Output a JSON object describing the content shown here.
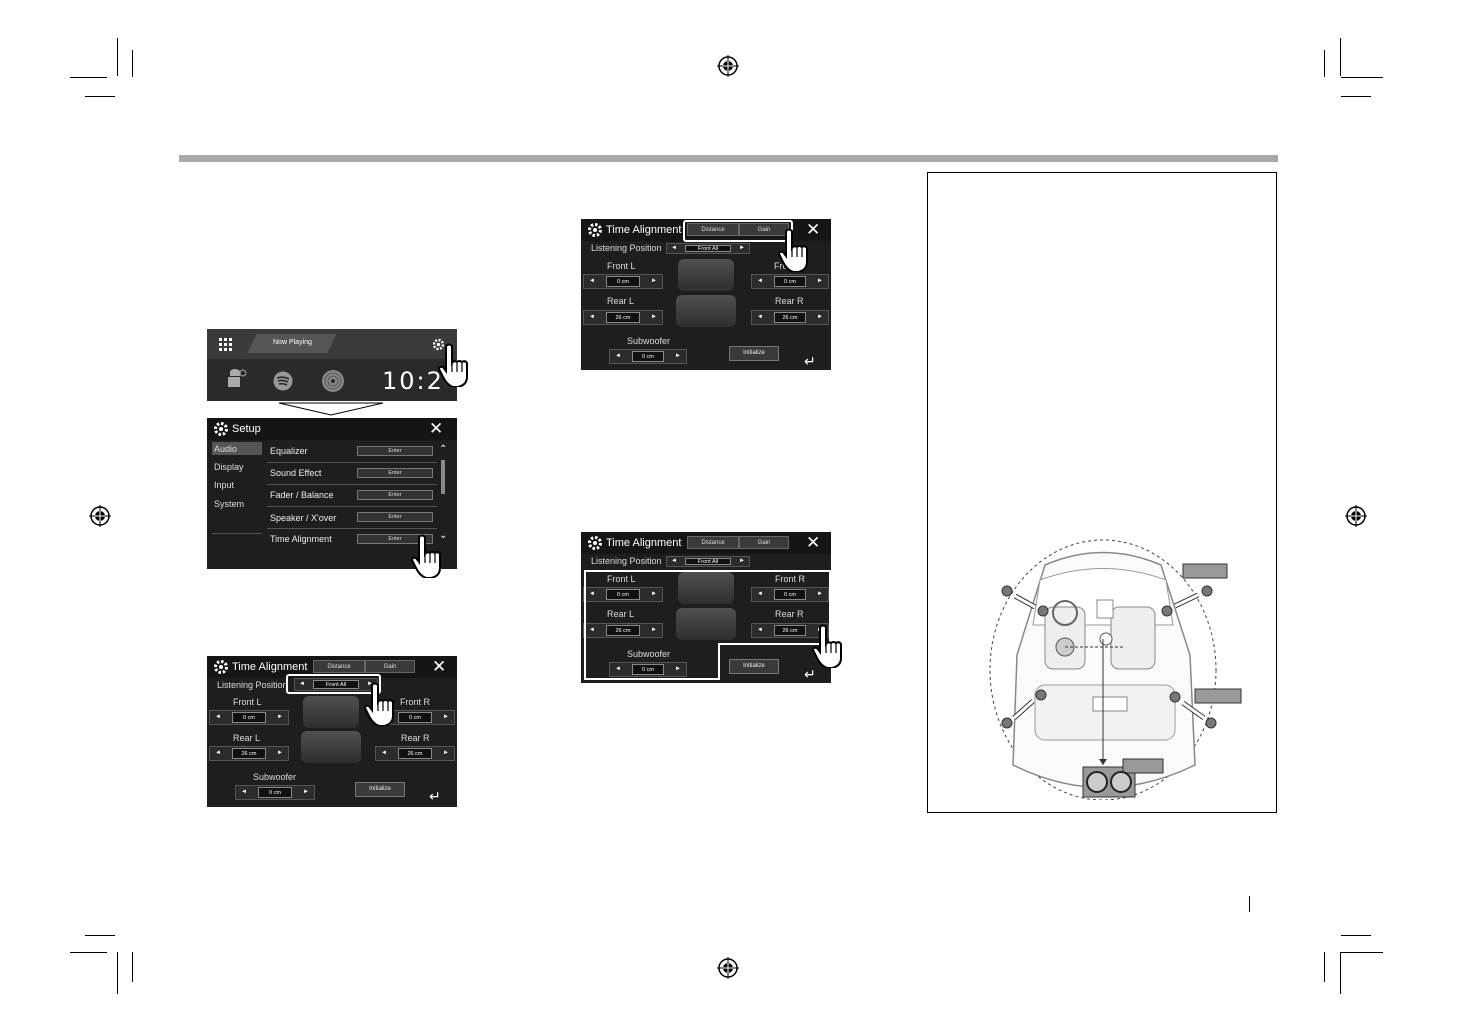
{
  "home": {
    "now_playing": "Now Playing",
    "clock": "10:2",
    "icons": [
      "grid-icon",
      "gear-icon",
      "android-auto-icon",
      "spotify-icon",
      "disc-icon"
    ]
  },
  "setup": {
    "title": "Setup",
    "close": "✕",
    "menu": [
      "Audio",
      "Display",
      "Input",
      "System"
    ],
    "rows": [
      {
        "label": "Equalizer",
        "button": "Enter"
      },
      {
        "label": "Sound Effect",
        "button": "Enter"
      },
      {
        "label": "Fader / Balance",
        "button": "Enter"
      },
      {
        "label": "Speaker / X'over",
        "button": "Enter"
      },
      {
        "label": "Time Alignment",
        "button": "Enter"
      }
    ]
  },
  "ta": {
    "title": "Time Alignment",
    "close": "✕",
    "tab_distance": "Distance",
    "tab_gain": "Gain",
    "listening_position": "Listening Position",
    "position_value": "Front All",
    "front_l": "Front L",
    "front_r": "Front R",
    "rear_l": "Rear L",
    "rear_r": "Rear R",
    "front_value": "0 cm",
    "rear_value": "26 cm",
    "subwoofer": "Subwoofer",
    "sub_value": "0 cm",
    "initialize": "Initialize",
    "back": "↵"
  },
  "arrows": {
    "left": "◄",
    "right": "►"
  },
  "colors": {
    "screen_bg": "#1e1e1e",
    "header_bg": "#151515",
    "rule": "#a9a9a9"
  }
}
